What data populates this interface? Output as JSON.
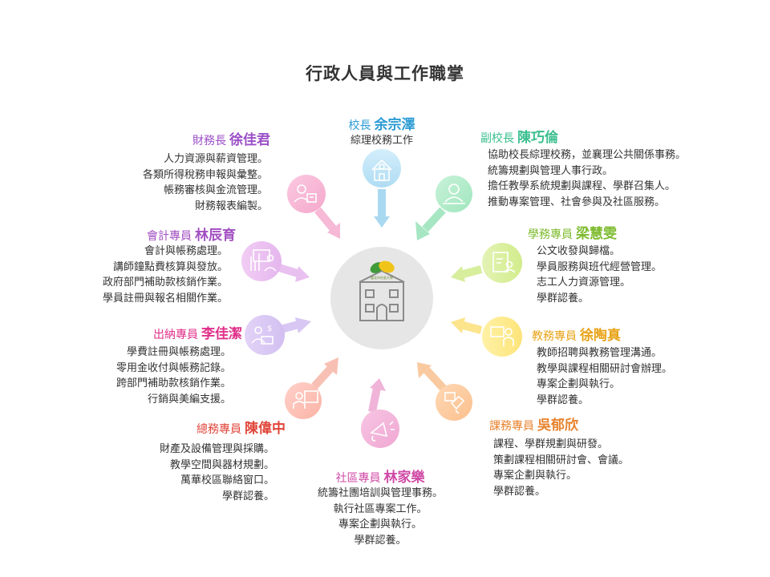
{
  "title": "行政人員與工作職掌",
  "center": {
    "logo_text": "臺北市社區大學",
    "icon": "school-building-icon"
  },
  "roles": [
    {
      "key": "principal",
      "title": "校長",
      "name": "余宗澤",
      "color": "#2b9bd3",
      "icon": "house-icon",
      "duties": [
        "綜理校務工作"
      ]
    },
    {
      "key": "vice_principal",
      "title": "副校長",
      "name": "陳巧倫",
      "color": "#3bbf8f",
      "icon": "person-desk-icon",
      "duties": [
        "協助校長綜理校務，並襄理公共關係事務。",
        "統籌規劃與管理人事行政。",
        "擔任教學系統規劃與課程、學群召集人。",
        "推動專案管理、社會參與及社區服務。"
      ]
    },
    {
      "key": "student_affairs",
      "title": "學務專員",
      "name": "梁慧雯",
      "color": "#7dbb2e",
      "icon": "clipboard-person-icon",
      "duties": [
        "公文收發與歸檔。",
        "學員服務與班代經營管理。",
        "志工人力資源管理。",
        "學群認養。"
      ]
    },
    {
      "key": "academic_affairs",
      "title": "教務專員",
      "name": "徐陶真",
      "color": "#e8a317",
      "icon": "teacher-board-icon",
      "duties": [
        "教師招聘與教務管理溝通。",
        "教學與課程相關研討會辦理。",
        "專案企劃與執行。",
        "學群認養。"
      ]
    },
    {
      "key": "curriculum",
      "title": "課務專員",
      "name": "吳郁欣",
      "color": "#e8832e",
      "icon": "handshake-icon",
      "duties": [
        "課程、學群規劃與研發。",
        "策劃課程相關研討會、會議。",
        "專案企劃與執行。",
        "學群認養。"
      ]
    },
    {
      "key": "community",
      "title": "社區專員",
      "name": "林家樂",
      "color": "#d04aa6",
      "icon": "megaphone-icon",
      "duties": [
        "統籌社團培訓與管理事務。",
        "執行社區專案工作。",
        "專案企劃與執行。",
        "學群認養。"
      ]
    },
    {
      "key": "general_affairs",
      "title": "總務專員",
      "name": "陳偉中",
      "color": "#e0453a",
      "icon": "presentation-icon",
      "duties": [
        "財產及設備管理與採購。",
        "教學空間與器材規劃。",
        "萬華校區聯絡窗口。",
        "學群認養。"
      ]
    },
    {
      "key": "cashier",
      "title": "出納專員",
      "name": "李佳潔",
      "color": "#e0308a",
      "icon": "money-laptop-icon",
      "duties": [
        "學費註冊與帳務處理。",
        "零用金收付與帳務記錄。",
        "跨部門補助款核銷作業。",
        "行銷與美編支援。"
      ]
    },
    {
      "key": "accounting",
      "title": "會計專員",
      "name": "林辰育",
      "color": "#a24fc2",
      "icon": "chart-person-icon",
      "duties": [
        "會計與帳務處理。",
        "講師鐘點費核算與發放。",
        "政府部門補助款核銷作業。",
        "學員註冊與報名相關作業。"
      ]
    },
    {
      "key": "finance",
      "title": "財務長",
      "name": "徐佳君",
      "color": "#9b4fc7",
      "icon": "finance-person-icon",
      "duties": [
        "人力資源與薪資管理。",
        "各類所得稅務申報與彙整。",
        "帳務審核與金流管理。",
        "財務報表編製。"
      ]
    }
  ]
}
